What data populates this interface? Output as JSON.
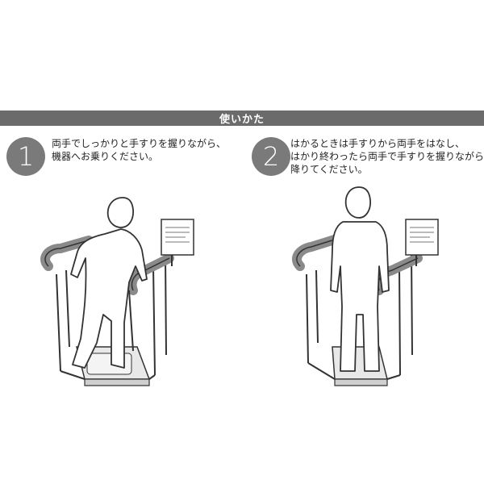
{
  "header": {
    "title": "使いかた"
  },
  "steps": [
    {
      "number": "1",
      "lines": [
        "両手でしっかりと手すりを握りながら、",
        "機器へお乗りください。"
      ]
    },
    {
      "number": "2",
      "lines": [
        "はかるときは手すりから両手をはなし、",
        "はかり終わったら両手で手すりを握りながら",
        "降りてください。"
      ]
    }
  ],
  "colors": {
    "header_bg": "#6b6b6b",
    "badge_bg": "#7a7a7a",
    "rail_grip": "#8a8a8a"
  },
  "icons": [
    "step-1-badge",
    "step-2-badge",
    "person-illustration",
    "scale-platform",
    "handrail",
    "instruction-sign"
  ]
}
